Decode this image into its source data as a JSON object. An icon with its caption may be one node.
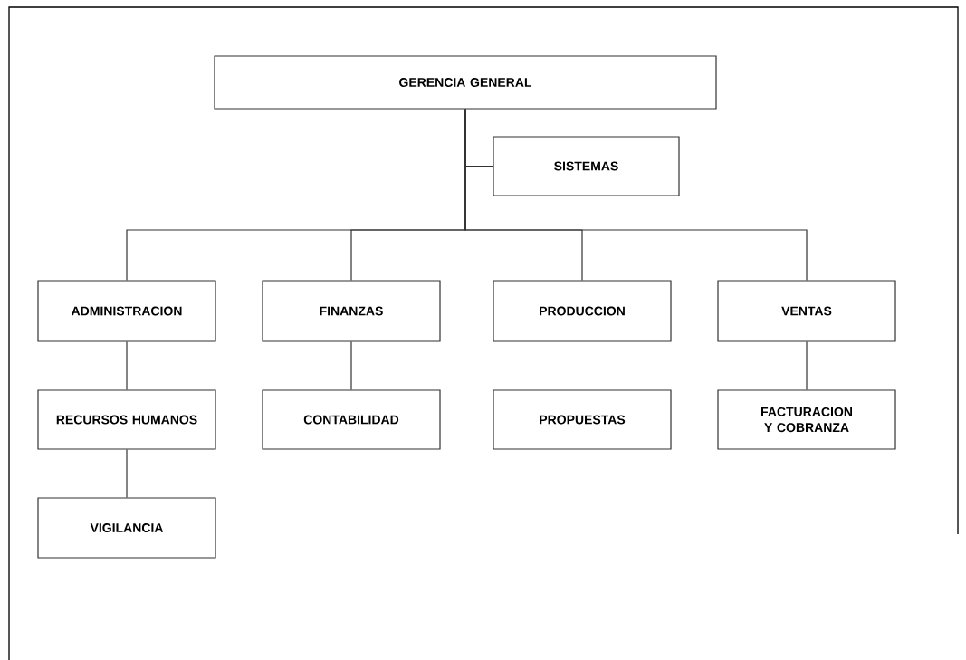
{
  "diagram": {
    "nodes": [
      {
        "text": [
          "GERENCIA GENERAL"
        ]
      },
      {
        "text": [
          "SISTEMAS"
        ]
      },
      {
        "text": [
          "ADMINISTRACION"
        ]
      },
      {
        "text": [
          "FINANZAS"
        ]
      },
      {
        "text": [
          "PRODUCCION"
        ]
      },
      {
        "text": [
          "VENTAS"
        ]
      },
      {
        "text": [
          "RECURSOS HUMANOS"
        ]
      },
      {
        "text": [
          "CONTABILIDAD"
        ]
      },
      {
        "text": [
          "PROPUESTAS"
        ]
      },
      {
        "text": [
          "FACTURACION Y COBRANZA"
        ]
      },
      {
        "text": [
          "VIGILANCIA"
        ]
      }
    ],
    "edges": [
      {
        "from": 0,
        "to": 1,
        "arrow": "none"
      },
      {
        "from": 0,
        "to": 2,
        "arrow": "none"
      },
      {
        "from": 0,
        "to": 3,
        "arrow": "none"
      },
      {
        "from": 0,
        "to": 4,
        "arrow": "none"
      },
      {
        "from": 0,
        "to": 5,
        "arrow": "none"
      },
      {
        "from": 2,
        "to": 6,
        "arrow": "none"
      },
      {
        "from": 6,
        "to": 10,
        "arrow": "none"
      },
      {
        "from": 3,
        "to": 7,
        "arrow": "none"
      },
      {
        "from": 5,
        "to": 9,
        "arrow": "none"
      }
    ]
  }
}
